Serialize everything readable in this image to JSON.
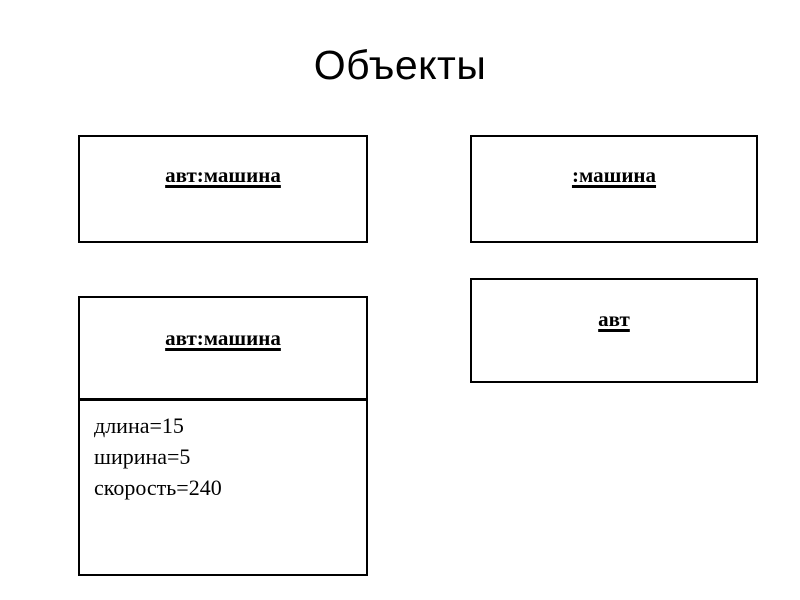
{
  "slide": {
    "title": "Объекты",
    "background_color": "#ffffff",
    "text_color": "#000000",
    "border_color": "#000000"
  },
  "objects": [
    {
      "id": "named-instance",
      "name_label": "авт:машина",
      "instance_name": "авт",
      "class_name": "машина",
      "kind": "named-instance",
      "attributes": []
    },
    {
      "id": "anonymous-instance",
      "name_label": ":машина",
      "instance_name": "",
      "class_name": "машина",
      "kind": "anonymous-instance",
      "attributes": []
    },
    {
      "id": "name-only-instance",
      "name_label": "авт",
      "instance_name": "авт",
      "class_name": "",
      "kind": "name-only-instance",
      "attributes": []
    },
    {
      "id": "instance-with-attrs",
      "name_label": "авт:машина",
      "instance_name": "авт",
      "class_name": "машина",
      "kind": "named-instance-with-attributes",
      "attributes": [
        "длина=15",
        "ширина=5",
        "скорость=240"
      ]
    }
  ]
}
